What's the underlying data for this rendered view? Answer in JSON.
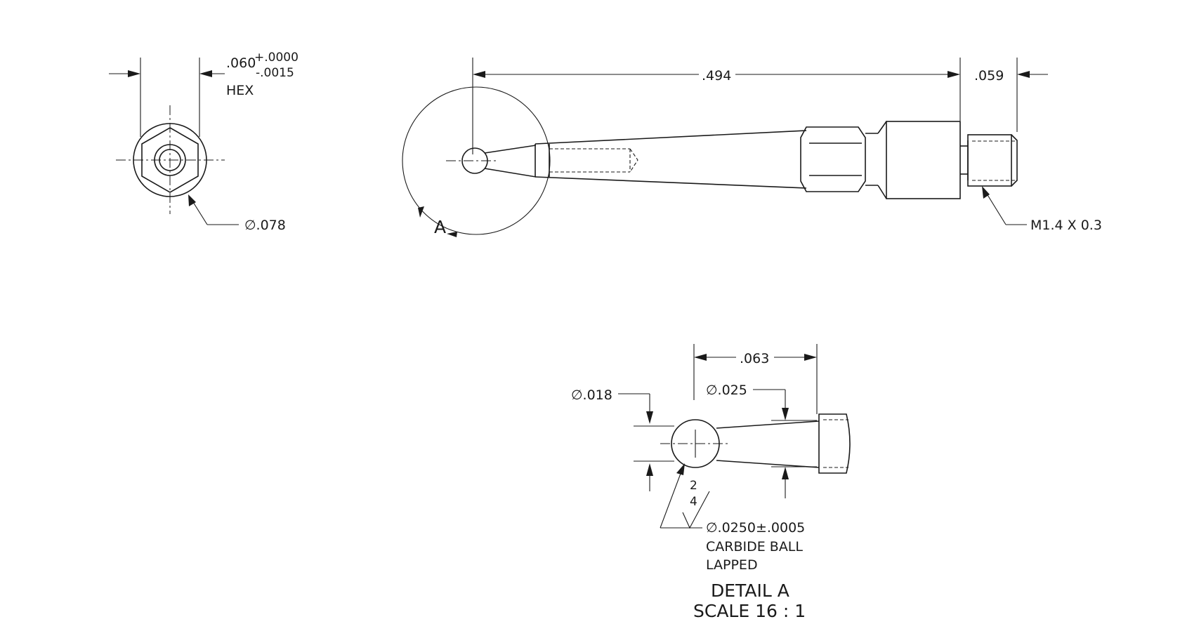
{
  "end_view": {
    "hex_size": ".060",
    "tol_plus": "+.0000",
    "tol_minus": "-.0015",
    "hex_label": "HEX",
    "diameter": "∅.078"
  },
  "side_view": {
    "length": ".494",
    "thread_length": ".059",
    "thread_spec": "M1.4 X 0.3",
    "detail_marker": "A"
  },
  "detail": {
    "length": ".063",
    "ball_dia_small": "∅.018",
    "stem_dia": "∅.025",
    "ball_spec": "∅.0250±.0005",
    "ball_material": "CARBIDE BALL",
    "ball_finish": "LAPPED",
    "finish_upper": "2",
    "finish_lower": "4",
    "title": "DETAIL A",
    "scale": "SCALE 16 : 1"
  }
}
